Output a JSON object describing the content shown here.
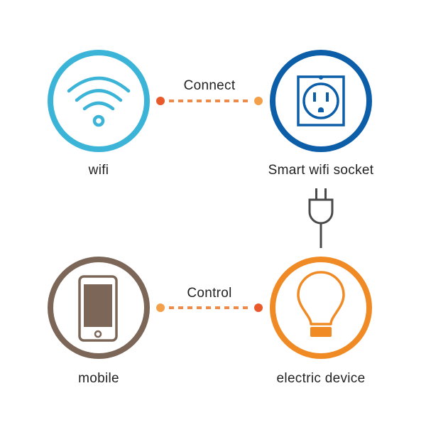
{
  "nodes": {
    "wifi": {
      "label": "wifi",
      "color": "#3bb4d8",
      "icon": "wifi-icon"
    },
    "socket": {
      "label": "Smart wifi socket",
      "color": "#0d5ea8",
      "icon": "power-outlet-icon"
    },
    "mobile": {
      "label": "mobile",
      "color": "#7b6657",
      "icon": "smartphone-icon"
    },
    "device": {
      "label": "electric device",
      "color": "#f08a24",
      "icon": "light-bulb-icon"
    }
  },
  "edges": {
    "connect": {
      "label": "Connect",
      "from_color": "#e8592b",
      "to_color": "#f3a04a"
    },
    "control": {
      "label": "Control",
      "from_color": "#f3a04a",
      "to_color": "#e8592b"
    },
    "plug": {
      "icon": "plug-icon",
      "color": "#4a4a4a"
    }
  }
}
